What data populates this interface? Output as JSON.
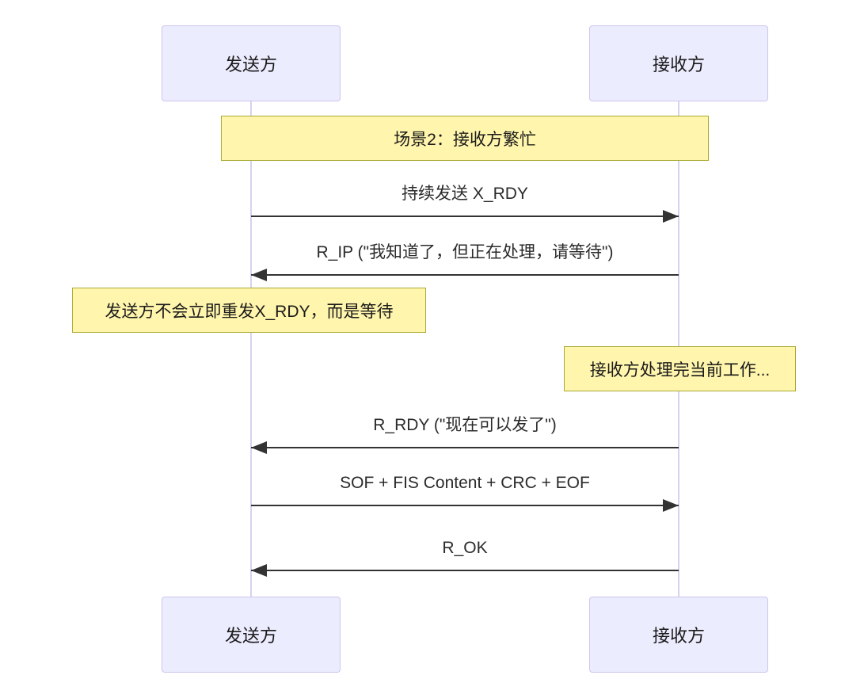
{
  "diagram": {
    "type": "sequence-diagram",
    "actors": [
      {
        "name": "发送方"
      },
      {
        "name": "接收方"
      }
    ],
    "title_note": {
      "text": "场景2：接收方繁忙",
      "position": "over both"
    },
    "messages": [
      {
        "label": "持续发送 X_RDY",
        "from": "发送方",
        "to": "接收方",
        "direction": "right",
        "line_style": "solid"
      },
      {
        "label": "R_IP (\"我知道了，但正在处理，请等待\")",
        "from": "接收方",
        "to": "发送方",
        "direction": "left",
        "line_style": "solid"
      },
      {
        "label": "R_RDY (\"现在可以发了\")",
        "from": "接收方",
        "to": "发送方",
        "direction": "left",
        "line_style": "solid"
      },
      {
        "label": "SOF + FIS Content + CRC + EOF",
        "from": "发送方",
        "to": "接收方",
        "direction": "right",
        "line_style": "solid"
      },
      {
        "label": "R_OK",
        "from": "接收方",
        "to": "发送方",
        "direction": "left",
        "line_style": "solid"
      }
    ],
    "notes": [
      {
        "text": "发送方不会立即重发X_RDY，而是等待",
        "position": "over 发送方"
      },
      {
        "text": "接收方处理完当前工作...",
        "position": "over 接收方"
      }
    ],
    "colors": {
      "actor_fill": "#ECECFF",
      "actor_border": "#CFC5EC",
      "note_fill": "#FFF5AD",
      "note_border": "#AAAA33",
      "lifeline": "#D8D2EE",
      "message_line": "#333333",
      "background": "#FFFFFF"
    }
  }
}
